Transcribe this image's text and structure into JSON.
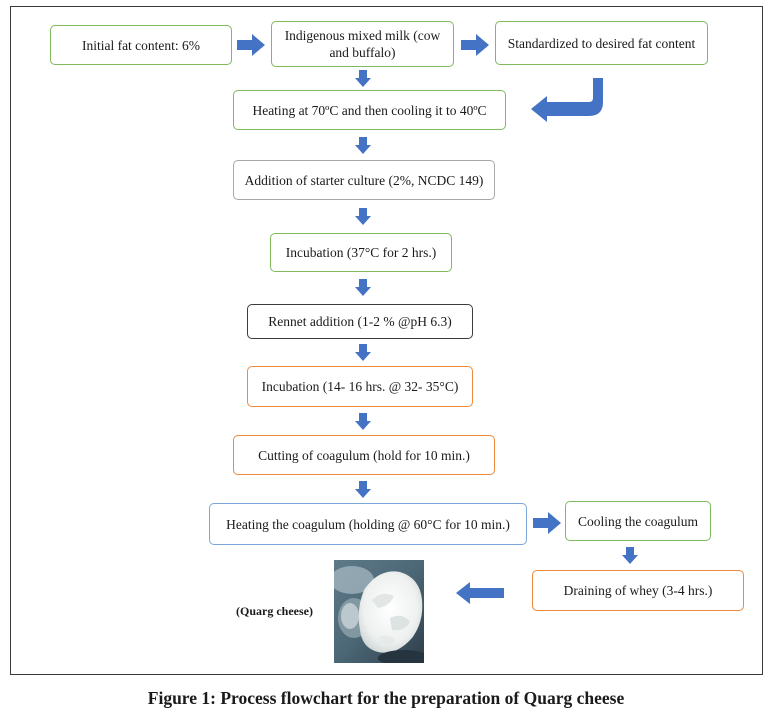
{
  "steps": {
    "initial_fat": "Initial fat content: 6%",
    "mixed_milk": "Indigenous mixed milk (cow and buffalo)",
    "standardized": "Standardized to desired fat content",
    "heating": "Heating at 70ºC and then cooling it to 40ºC",
    "starter": "Addition of starter culture (2%, NCDC 149)",
    "incubation1": "Incubation (37°C for 2 hrs.)",
    "rennet": "Rennet addition (1-2 % @pH 6.3)",
    "incubation2": "Incubation (14- 16 hrs. @ 32- 35°C)",
    "cutting": "Cutting of coagulum (hold for 10 min.)",
    "heating_coagulum": "Heating the coagulum (holding @ 60°C for 10 min.)",
    "cooling": "Cooling the coagulum",
    "draining": "Draining of whey (3-4 hrs.)"
  },
  "product_label": "(Quarg cheese)",
  "caption": "Figure 1: Process flowchart for the preparation of Quarg cheese",
  "colors": {
    "arrow": "#4472c4",
    "green_border": "#7fba5f",
    "gray_border": "#a8a8a8",
    "dark_border": "#3c3c3c",
    "orange_border": "#ee8a3b",
    "blue_border": "#7aa7d9"
  }
}
